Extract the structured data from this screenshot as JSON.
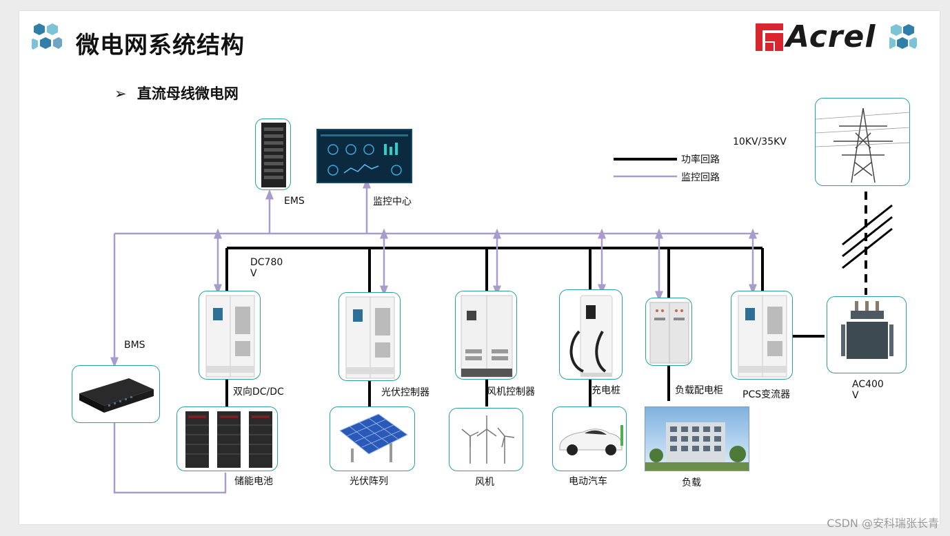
{
  "title": "微电网系统结构",
  "subtitle_marker": "➢",
  "subtitle": "直流母线微电网",
  "logo": {
    "text": "Acrel",
    "color": "#d7262d"
  },
  "legend": {
    "power": "功率回路",
    "monitor": "监控回路"
  },
  "colors": {
    "power_line": "#000000",
    "monitor_line": "#a99bcc",
    "node_border": "#2a9fa3",
    "hex_blue": "#2f7fa8",
    "hex_light": "#7cc3d6"
  },
  "labels": {
    "ems": "EMS",
    "monitor_center": "监控中心",
    "bus_voltage_1": "DC780",
    "bus_voltage_2": "V",
    "bms": "BMS",
    "grid_voltage": "10KV/35KV",
    "ac_voltage_1": "AC400",
    "ac_voltage_2": "V",
    "bidirectional_dcdc": "双向DC/DC",
    "pv_controller": "光伏控制器",
    "wind_controller": "风机控制器",
    "charging_pile": "充电桩",
    "load_cabinet": "负载配电柜",
    "pcs": "PCS变流器",
    "battery": "储能电池",
    "pv_array": "光伏阵列",
    "wind_turbine": "风机",
    "ev": "电动汽车",
    "load": "负载"
  },
  "watermark": "CSDN @安科瑞张长青"
}
